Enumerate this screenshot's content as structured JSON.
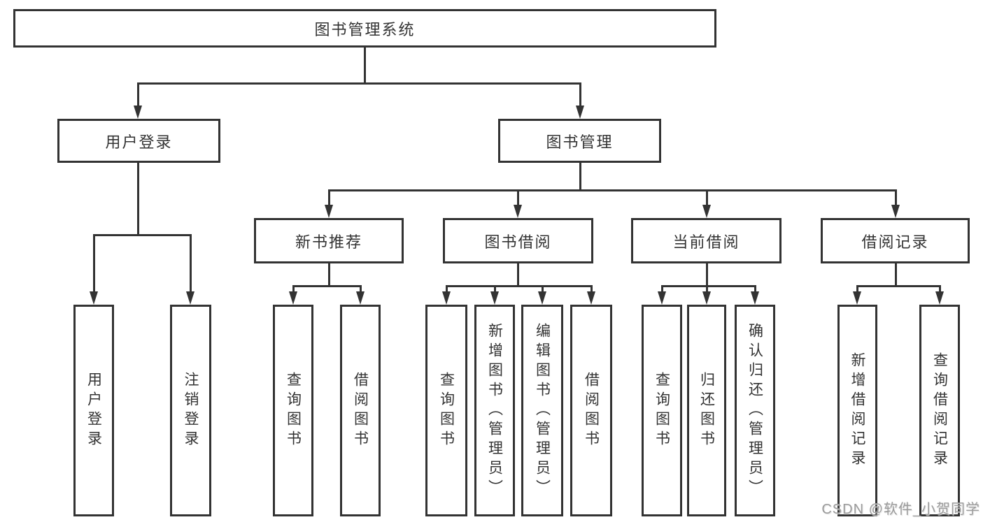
{
  "nodes": {
    "root": "图书管理系统",
    "level2": [
      "用户登录",
      "图书管理"
    ],
    "level3": [
      "新书推荐",
      "图书借阅",
      "当前借阅",
      "借阅记录"
    ],
    "leaves_user_login": [
      "用户登录",
      "注销登录"
    ],
    "leaves_new_books": [
      "查询图书",
      "借阅图书"
    ],
    "leaves_book_borrow": [
      "查询图书",
      "新增图书（管理员）",
      "编辑图书（管理员）",
      "借阅图书"
    ],
    "leaves_current_borrow": [
      "查询图书",
      "归还图书",
      "确认归还（管理员）"
    ],
    "leaves_borrow_records": [
      "新增借阅记录",
      "查询借阅记录"
    ]
  },
  "watermark": "CSDN @软件_小贺同学",
  "colors": {
    "line": "#333333",
    "text": "#333333",
    "watermark_text": "#9c9c9c",
    "background": "#ffffff"
  }
}
